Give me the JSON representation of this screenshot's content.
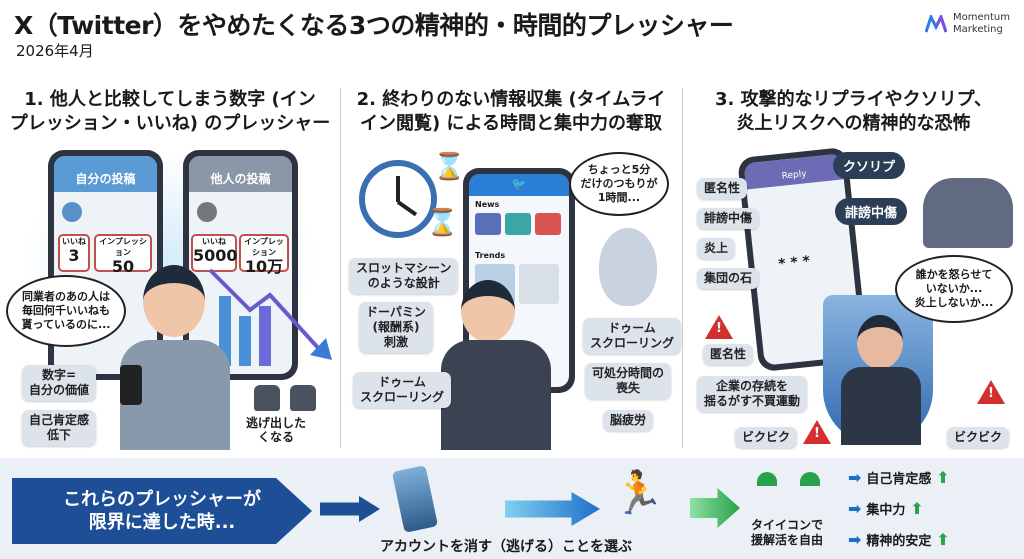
{
  "header": {
    "title": "X（Twitter）をやめたくなる3つの精神的・時間的プレッシャー",
    "date": "2026年4月",
    "logo_line1": "Momentum",
    "logo_line2": "Marketing"
  },
  "panel1": {
    "title_line1": "1. 他人と比較してしまう数字 (イン",
    "title_line2": "プレッション・いいね) のプレッシャー",
    "own_post": "自分の投稿",
    "others_post": "他人の投稿",
    "likes_label": "いいね",
    "imp_label": "インプレッション",
    "own_likes": "3",
    "own_imps": "50",
    "other_likes": "5000",
    "other_imps": "10万",
    "thought_line1": "同業者のあの人は",
    "thought_line2": "毎回何千いいねも",
    "thought_line3": "貰っているのに...",
    "label_value_1": "数字=",
    "label_value_2": "自分の価値",
    "label_esteem_1": "自己肯定感",
    "label_esteem_2": "低下",
    "escape_1": "逃げ出した",
    "escape_2": "くなる"
  },
  "panel2": {
    "title_line1": "2. 終わりのない情報収集 (タイムライ",
    "title_line2": "イン閲覧) による時間と集中力の奪取",
    "news": "News",
    "trends": "Trends",
    "thought_line1": "ちょっと5分",
    "thought_line2": "だけのつもりが",
    "thought_line3": "1時間...",
    "slot_1": "スロットマシーン",
    "slot_2": "のような設計",
    "dopamine_1": "ドーパミン",
    "dopamine_2": "(報酬系)",
    "dopamine_3": "刺激",
    "doom_1": "ドゥーム",
    "doom_2": "スクローリング",
    "doom_right_1": "ドゥーム",
    "doom_right_2": "スクローリング",
    "loss_1": "可処分時間の",
    "loss_2": "喪失",
    "fatigue": "脳疲労"
  },
  "panel3": {
    "title_line1": "3. 攻撃的なリプライやクソリプ、",
    "title_line2": "炎上リスクへの精神的な恐怖",
    "reply": "Reply",
    "tag_kusorip": "クソリプ",
    "tag_slander": "誹謗中傷",
    "labels": [
      "匿名性",
      "誹謗中傷",
      "炎上",
      "集団の石"
    ],
    "anon2": "匿名性",
    "boycott_1": "企業の存続を",
    "boycott_2": "揺るがす不買運動",
    "scared_left": "ビクビク",
    "scared_right": "ビクビク",
    "stars": "* * *",
    "thought_line1": "誰かを怒らせて",
    "thought_line2": "いないか...",
    "thought_line3": "炎上しないか..."
  },
  "bottom": {
    "lead_1": "これらのプレッシャーが",
    "lead_2": "限界に達した時...",
    "action": "アカウントを消す（逃げる）ことを選ぶ",
    "result_1": "タイイコンで",
    "result_2": "援解活を自由",
    "benefits": [
      "自己肯定感",
      "集中力",
      "精神的安定"
    ]
  }
}
